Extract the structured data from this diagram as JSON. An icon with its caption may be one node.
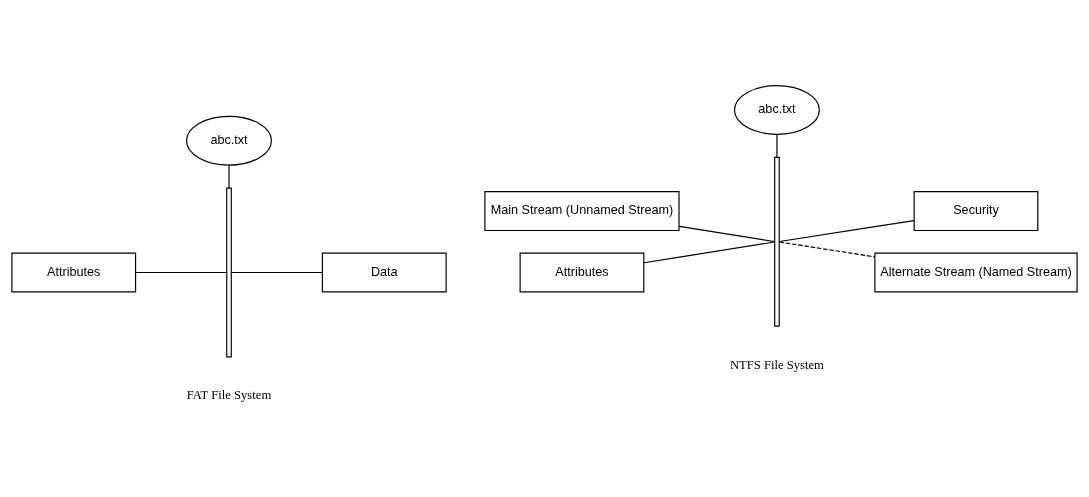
{
  "diagram": {
    "nodes": [
      {
        "text": [
          "abc.txt"
        ]
      },
      {
        "text": [],
        "shape": "bar"
      },
      {
        "text": [
          "Attributes"
        ]
      },
      {
        "text": [
          "Data"
        ]
      },
      {
        "text": [
          "abc.txt"
        ]
      },
      {
        "text": [],
        "shape": "bar"
      },
      {
        "text": [
          "Security"
        ]
      },
      {
        "text": [
          "Attributes"
        ]
      },
      {
        "text": [
          "Alternate Stream (Named Stream)"
        ]
      },
      {
        "text": [
          "Main Stream (Unnamed Stream)"
        ]
      }
    ],
    "edges": [
      {
        "from": 0,
        "to": 1,
        "arrow": "none"
      },
      {
        "from": 2,
        "to": 1,
        "arrow": "none"
      },
      {
        "from": 1,
        "to": 3,
        "arrow": "none"
      },
      {
        "from": 4,
        "to": 5,
        "arrow": "none"
      },
      {
        "from": 5,
        "to": 6,
        "arrow": "none"
      },
      {
        "from": 7,
        "to": 5,
        "arrow": "none"
      },
      {
        "from": 5,
        "to": 8,
        "arrow": "none",
        "style": "dashed"
      },
      {
        "from": 9,
        "to": 5,
        "arrow": "none"
      }
    ],
    "labels": [
      "FAT File System",
      "NTFS File System"
    ]
  }
}
